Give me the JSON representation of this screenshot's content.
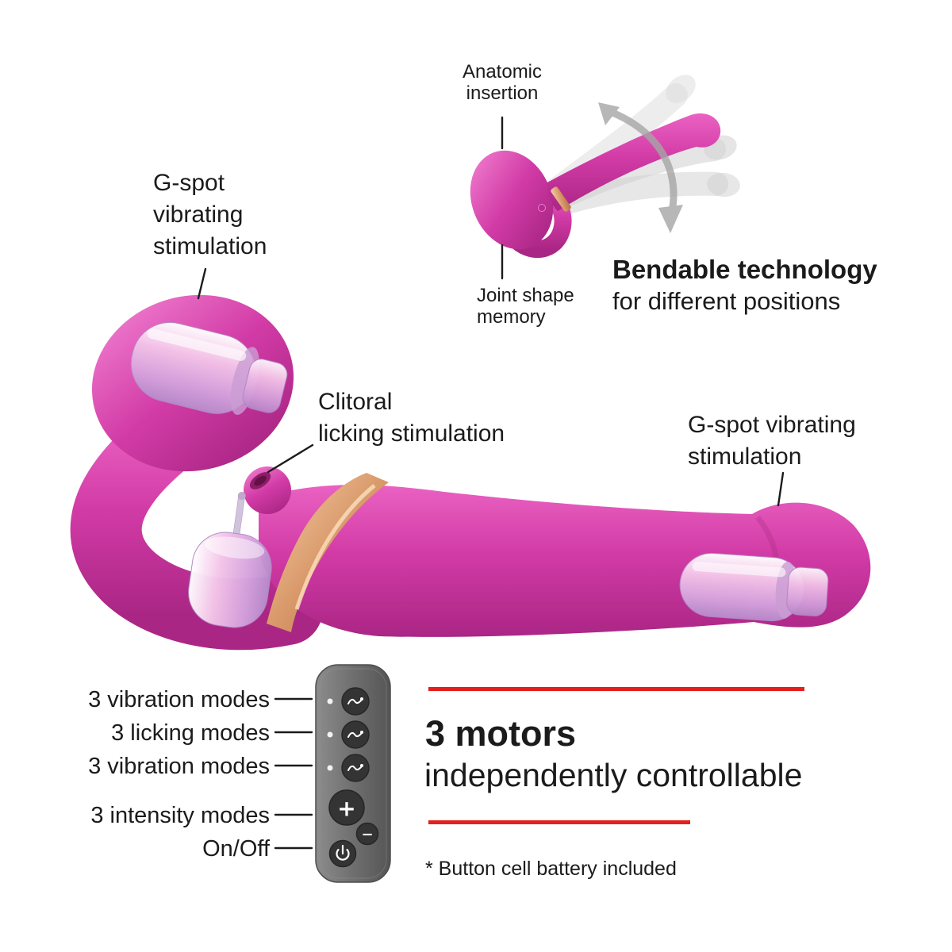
{
  "labels": {
    "anatomic_insertion": [
      "Anatomic",
      "insertion"
    ],
    "joint_shape_memory": [
      "Joint shape",
      "memory"
    ],
    "bendable_title": "Bendable technology",
    "bendable_subtitle": "for different positions",
    "gspot_left": [
      "G-spot",
      "vibrating",
      "stimulation"
    ],
    "clitoral": [
      "Clitoral",
      "licking stimulation"
    ],
    "gspot_right": [
      "G-spot vibrating",
      "stimulation"
    ],
    "remote_features": [
      "3 vibration modes",
      "3 licking modes",
      "3 vibration modes",
      "3 intensity modes",
      "On/Off"
    ],
    "motors_title": "3 motors",
    "motors_subtitle": "independently controllable",
    "battery_note": "* Button cell battery included"
  },
  "remote": {
    "plus_label": "+",
    "minus_label": "−",
    "mode_button_icon": "wave-icon",
    "power_button_icon": "power-icon"
  },
  "colors": {
    "product_pink": "#d23ba6",
    "accent_red": "#e3201e",
    "text_dark": "#1b1b1b",
    "remote_gray": "#6f6f6f",
    "arrow_gray": "#a6a6a6",
    "rose_gold": "#d9996a",
    "motor_pink": "#f4c5e9",
    "ghost_gray": "#d6d6d6"
  }
}
